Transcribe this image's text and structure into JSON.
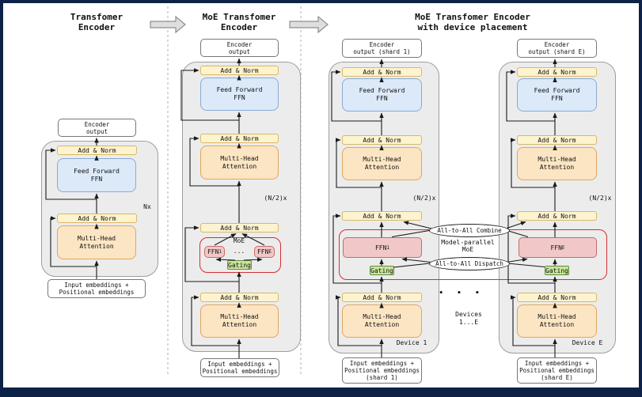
{
  "sections": {
    "s1_title": "Transfomer\nEncoder",
    "s2_title": "MoE Transfomer\nEncoder",
    "s3_title": "MoE Transfomer Encoder\nwith device placement"
  },
  "labels": {
    "add_norm": "Add & Norm",
    "feed_forward": "Feed Forward\nFFN",
    "multi_head": "Multi-Head\nAttention",
    "gating": "Gating",
    "moe": "MoE",
    "ffn_base": "FFN",
    "sub_1": "1",
    "sub_e": "E",
    "dots": "...",
    "hdots": "•  •  •"
  },
  "col1": {
    "encoder_output": "Encoder\noutput",
    "input": "Input embeddings +\nPositional embeddings",
    "repeat": "Nx"
  },
  "col2": {
    "encoder_output": "Encoder\noutput",
    "input": "Input embeddings +\nPositional embeddings",
    "repeat": "(N/2)x"
  },
  "col3": {
    "encoder_output": "Encoder\noutput (shard 1)",
    "input": "Input embeddings +\nPositional embeddings\n(shard 1)",
    "repeat": "(N/2)x",
    "device": "Device 1"
  },
  "col4": {
    "encoder_output": "Encoder\noutput (shard E)",
    "input": "Input embeddings +\nPositional embeddings\n(shard E)",
    "repeat": "(N/2)x",
    "device": "Device E"
  },
  "middle": {
    "combine": "All-to-All Combine",
    "dispatch": "All-to-All Dispatch",
    "model_parallel": "Model-parallel\nMoE",
    "devices": "Devices\n1...E"
  },
  "colors": {
    "frame": "#0e2247",
    "container_fill": "#ececec",
    "add_norm_fill": "#fdf3cf",
    "ffn_fill": "#dce9f8",
    "attention_fill": "#fce5c3",
    "expert_fill": "#f2c7c7",
    "gating_fill": "#c9e49c",
    "moe_border": "#d32f2f"
  }
}
